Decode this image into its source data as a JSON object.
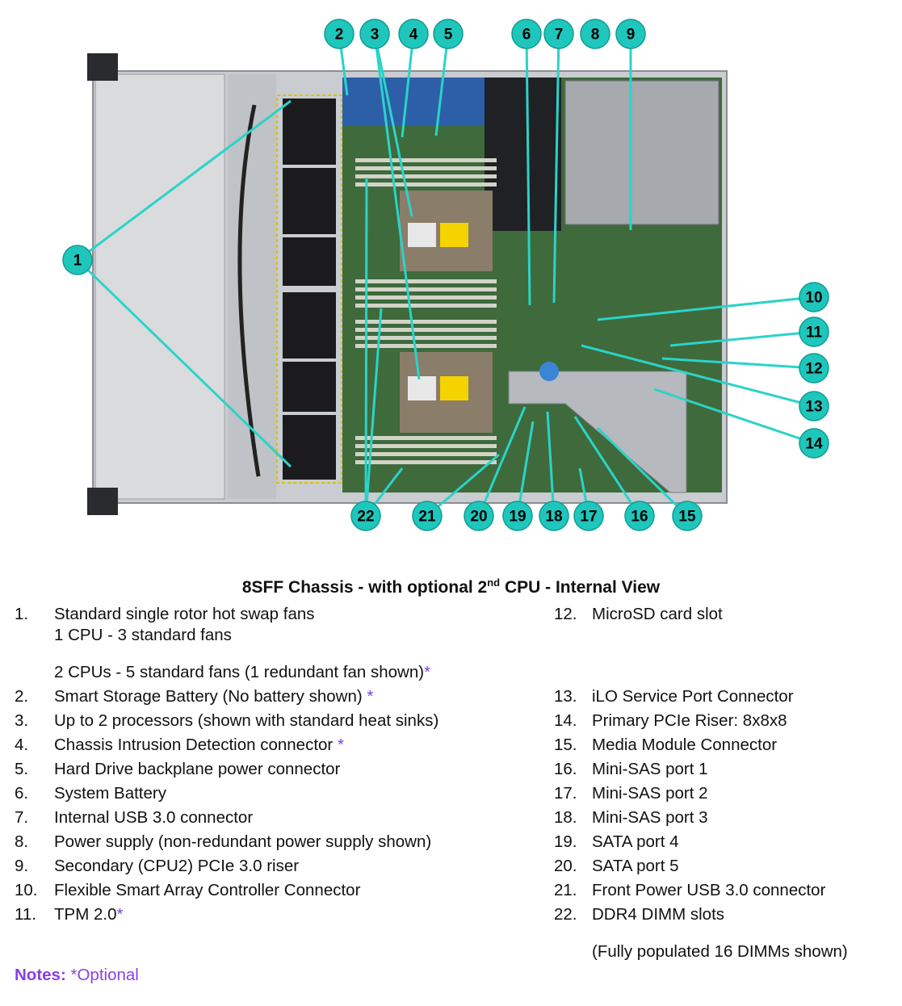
{
  "caption": {
    "main": "8SFF Chassis - with optional 2",
    "sup": "nd",
    "rest": " CPU - Internal View"
  },
  "callouts": [
    "1",
    "2",
    "3",
    "4",
    "5",
    "6",
    "7",
    "8",
    "9",
    "10",
    "11",
    "12",
    "13",
    "14",
    "15",
    "16",
    "17",
    "18",
    "19",
    "20",
    "21",
    "22"
  ],
  "left_list": [
    {
      "num": "1.",
      "text": "Standard single rotor hot swap fans",
      "optional": false
    },
    {
      "num": "",
      "text": "1 CPU - 3 standard fans",
      "optional": false
    },
    {
      "num": "",
      "text": "2 CPUs - 5 standard fans (1 redundant fan shown)",
      "optional": true
    },
    {
      "num": "2.",
      "text": "Smart Storage Battery (No battery shown) ",
      "optional": true
    },
    {
      "num": "3.",
      "text": "Up to 2 processors (shown with standard heat sinks)",
      "optional": false
    },
    {
      "num": "4.",
      "text": "Chassis Intrusion Detection connector ",
      "optional": true
    },
    {
      "num": "5.",
      "text": "Hard Drive backplane power connector",
      "optional": false
    },
    {
      "num": "6.",
      "text": "System Battery",
      "optional": false
    },
    {
      "num": "7.",
      "text": "Internal USB 3.0 connector",
      "optional": false
    },
    {
      "num": "8.",
      "text": "Power supply (non-redundant power supply shown)",
      "optional": false
    },
    {
      "num": "9.",
      "text": "Secondary (CPU2) PCIe 3.0 riser",
      "optional": false
    },
    {
      "num": "10.",
      "text": "Flexible Smart Array Controller Connector",
      "optional": false
    },
    {
      "num": "11.",
      "text": "TPM 2.0",
      "optional": true
    }
  ],
  "right_list": [
    {
      "num": "12.",
      "text": "MicroSD card slot"
    },
    {
      "num": "13.",
      "text": "iLO Service Port Connector"
    },
    {
      "num": "14.",
      "text": "Primary PCIe Riser: 8x8x8"
    },
    {
      "num": "15.",
      "text": "Media Module Connector"
    },
    {
      "num": "16.",
      "text": "Mini-SAS port 1"
    },
    {
      "num": "17.",
      "text": "Mini-SAS port 2"
    },
    {
      "num": "18.",
      "text": "Mini-SAS port 3"
    },
    {
      "num": "19.",
      "text": "SATA port 4"
    },
    {
      "num": "20.",
      "text": "SATA port 5"
    },
    {
      "num": "21.",
      "text": "Front Power USB 3.0 connector"
    },
    {
      "num": "22.",
      "text": "DDR4 DIMM slots"
    },
    {
      "num": "",
      "text": "(Fully populated 16 DIMMs shown)"
    }
  ],
  "optional_marker": "*",
  "notes": {
    "label": "Notes:",
    "text": " *Optional"
  },
  "colors": {
    "callout": "#1fc6bc",
    "leader": "#2bd3c8",
    "optional": "#7a3fe0"
  }
}
